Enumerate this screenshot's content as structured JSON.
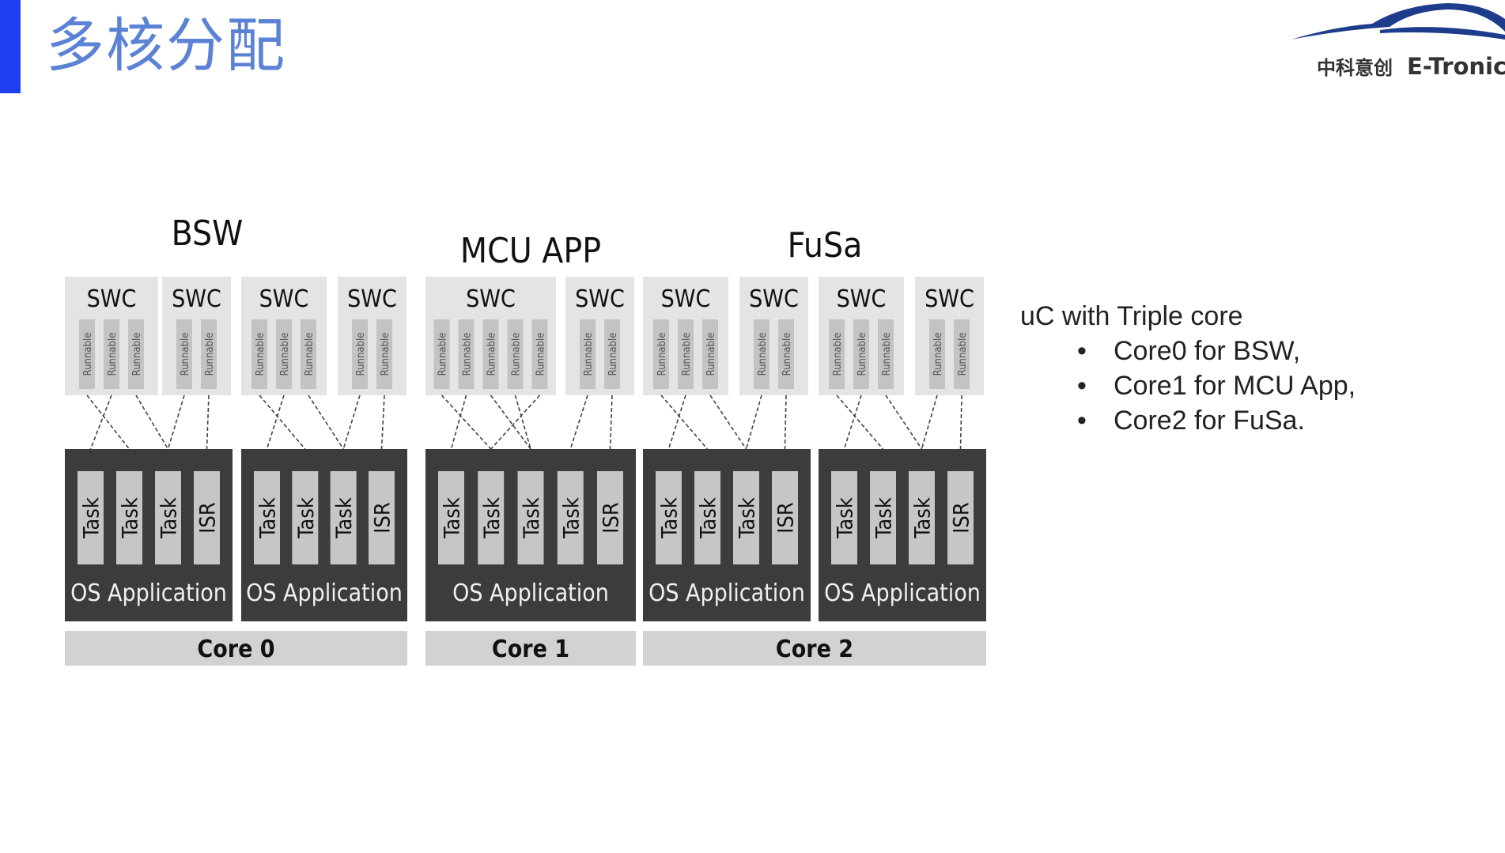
{
  "page": {
    "title": "多核分配"
  },
  "logo": {
    "brand_cn": "中科意创",
    "brand_en": "E-Tronic"
  },
  "diagram": {
    "groups": [
      {
        "label": "BSW"
      },
      {
        "label": "MCU APP"
      },
      {
        "label": "FuSa"
      }
    ],
    "swc_label": "SWC",
    "runnable_label": "Runnable",
    "os_app_label": "OS Application",
    "cores": [
      {
        "label": "Core 0"
      },
      {
        "label": "Core 1"
      },
      {
        "label": "Core 2"
      }
    ],
    "os_apps": [
      {
        "tasks": [
          "Task",
          "Task",
          "Task",
          "ISR"
        ]
      },
      {
        "tasks": [
          "Task",
          "Task",
          "Task",
          "ISR"
        ]
      },
      {
        "tasks": [
          "Task",
          "Task",
          "Task",
          "Task",
          "ISR"
        ]
      },
      {
        "tasks": [
          "Task",
          "Task",
          "Task",
          "ISR"
        ]
      },
      {
        "tasks": [
          "Task",
          "Task",
          "Task",
          "ISR"
        ]
      }
    ],
    "swcs": [
      {
        "runnables": 3
      },
      {
        "runnables": 2
      },
      {
        "runnables": 3
      },
      {
        "runnables": 2
      },
      {
        "runnables": 5
      },
      {
        "runnables": 2
      },
      {
        "runnables": 3
      },
      {
        "runnables": 2
      },
      {
        "runnables": 3
      },
      {
        "runnables": 2
      }
    ]
  },
  "side_text": {
    "heading": "uC with Triple core",
    "bullets": [
      "Core0 for BSW,",
      "Core1 for MCU App,",
      "Core2 for FuSa."
    ]
  },
  "colors": {
    "accent_bar": "#1d3ff0",
    "title": "#5b82d4",
    "os_box": "#3c3c3c",
    "swc_box": "#e4e4e4",
    "core_bar": "#d2d2d2"
  }
}
